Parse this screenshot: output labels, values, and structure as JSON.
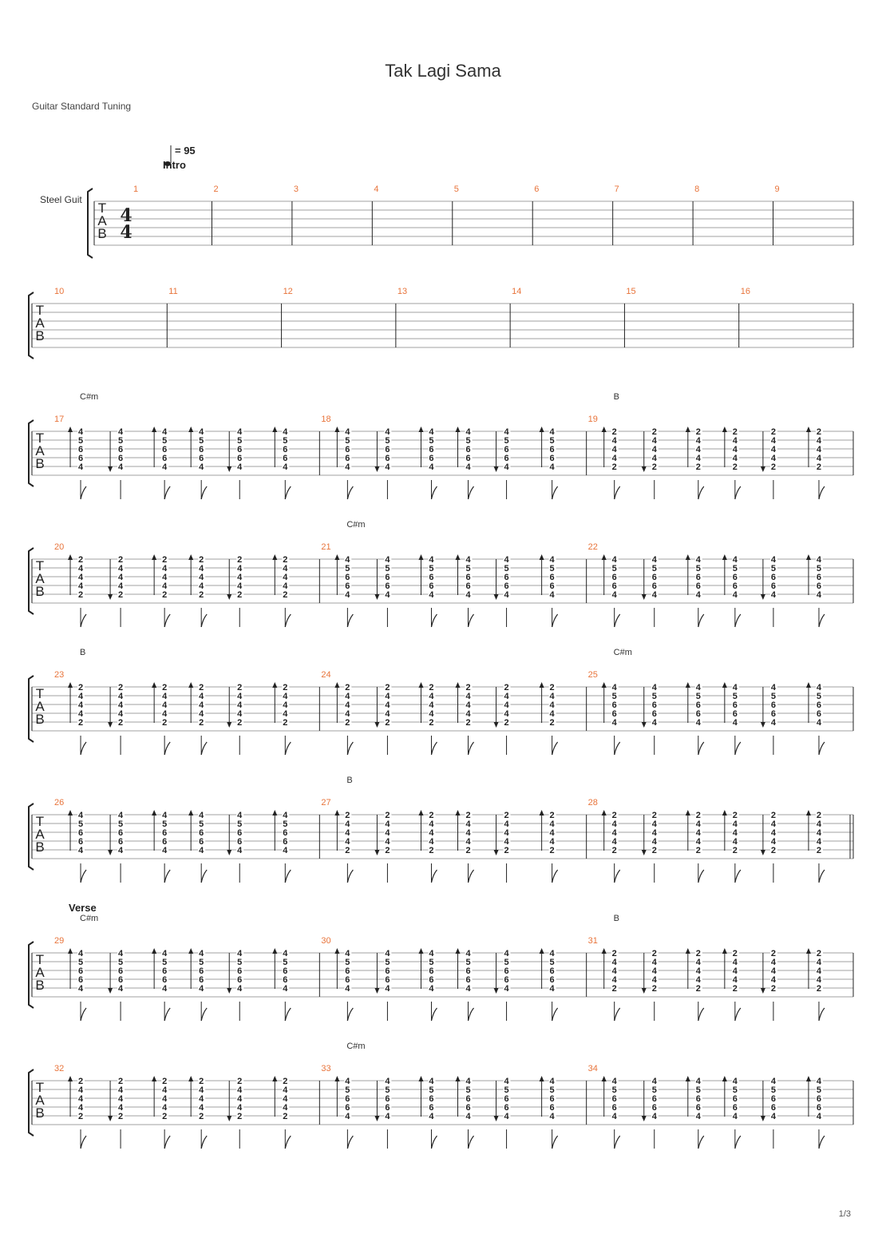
{
  "title": "Tak Lagi Sama",
  "tuning": "Guitar Standard Tuning",
  "tempo": {
    "equals": "= 95"
  },
  "track_name": "Steel Guit",
  "time_signature": {
    "top": "4",
    "bottom": "4"
  },
  "tab_letters": [
    "T",
    "A",
    "B"
  ],
  "page_number": "1/3",
  "colors": {
    "measure_number": "#e8743b",
    "staff_line": "#a0a0a0",
    "ink": "#222222"
  },
  "strum_pattern": [
    "up",
    "down",
    "up",
    "up",
    "down",
    "up"
  ],
  "voicings": {
    "C#m": [
      "4",
      "5",
      "6",
      "6",
      "4"
    ],
    "B": [
      "2",
      "4",
      "4",
      "4",
      "2"
    ]
  },
  "systems": [
    {
      "measures": [
        {
          "number": "1",
          "section": "Intro",
          "chord": "",
          "beats": ""
        },
        {
          "number": "2",
          "section": "",
          "chord": "",
          "beats": ""
        },
        {
          "number": "3",
          "section": "",
          "chord": "",
          "beats": ""
        },
        {
          "number": "4",
          "section": "",
          "chord": "",
          "beats": ""
        },
        {
          "number": "5",
          "section": "",
          "chord": "",
          "beats": ""
        },
        {
          "number": "6",
          "section": "",
          "chord": "",
          "beats": ""
        },
        {
          "number": "7",
          "section": "",
          "chord": "",
          "beats": ""
        },
        {
          "number": "8",
          "section": "",
          "chord": "",
          "beats": ""
        },
        {
          "number": "9",
          "section": "",
          "chord": "",
          "beats": ""
        }
      ]
    },
    {
      "measures": [
        {
          "number": "10",
          "section": "",
          "chord": "",
          "beats": ""
        },
        {
          "number": "11",
          "section": "",
          "chord": "",
          "beats": ""
        },
        {
          "number": "12",
          "section": "",
          "chord": "",
          "beats": ""
        },
        {
          "number": "13",
          "section": "",
          "chord": "",
          "beats": ""
        },
        {
          "number": "14",
          "section": "",
          "chord": "",
          "beats": ""
        },
        {
          "number": "15",
          "section": "",
          "chord": "",
          "beats": ""
        },
        {
          "number": "16",
          "section": "",
          "chord": "",
          "beats": ""
        }
      ]
    },
    {
      "measures": [
        {
          "number": "17",
          "section": "",
          "chord": "C#m",
          "beats": "C#m"
        },
        {
          "number": "18",
          "section": "",
          "chord": "",
          "beats": "C#m"
        },
        {
          "number": "19",
          "section": "",
          "chord": "B",
          "beats": "B"
        }
      ]
    },
    {
      "measures": [
        {
          "number": "20",
          "section": "",
          "chord": "",
          "beats": "B"
        },
        {
          "number": "21",
          "section": "",
          "chord": "C#m",
          "beats": "C#m"
        },
        {
          "number": "22",
          "section": "",
          "chord": "",
          "beats": "C#m"
        }
      ]
    },
    {
      "measures": [
        {
          "number": "23",
          "section": "",
          "chord": "B",
          "beats": "B"
        },
        {
          "number": "24",
          "section": "",
          "chord": "",
          "beats": "B"
        },
        {
          "number": "25",
          "section": "",
          "chord": "C#m",
          "beats": "C#m"
        }
      ]
    },
    {
      "measures": [
        {
          "number": "26",
          "section": "",
          "chord": "",
          "beats": "C#m"
        },
        {
          "number": "27",
          "section": "",
          "chord": "B",
          "beats": "B"
        },
        {
          "number": "28",
          "section": "",
          "chord": "",
          "beats": "B"
        }
      ],
      "double_end": true
    },
    {
      "measures": [
        {
          "number": "29",
          "section": "Verse",
          "chord": "C#m",
          "beats": "C#m"
        },
        {
          "number": "30",
          "section": "",
          "chord": "",
          "beats": "C#m"
        },
        {
          "number": "31",
          "section": "",
          "chord": "B",
          "beats": "B"
        }
      ]
    },
    {
      "measures": [
        {
          "number": "32",
          "section": "",
          "chord": "",
          "beats": "B"
        },
        {
          "number": "33",
          "section": "",
          "chord": "C#m",
          "beats": "C#m"
        },
        {
          "number": "34",
          "section": "",
          "chord": "",
          "beats": "C#m"
        }
      ]
    }
  ]
}
